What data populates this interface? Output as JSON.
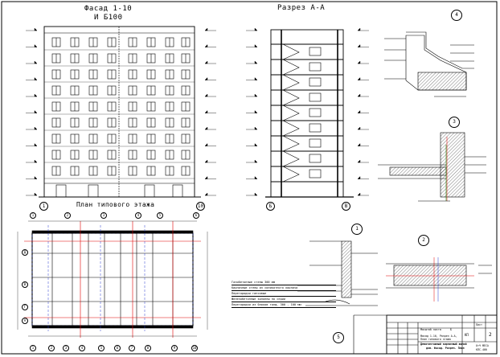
{
  "facade": {
    "title_line1": "Фасад 1-10",
    "title_line2": "И Б100",
    "axis_left": "1",
    "axis_right": "10"
  },
  "section": {
    "title": "Разрез А-А",
    "axis_left": "Б",
    "axis_right": "В"
  },
  "plan": {
    "title": "План типового этажа",
    "axes_top": [
      "1",
      "2",
      "3",
      "4",
      "5",
      "6"
    ],
    "axes_bottom": [
      "1",
      "2",
      "3",
      "4",
      "5",
      "6",
      "7",
      "8",
      "9",
      "10"
    ],
    "axes_left": [
      "Д",
      "В",
      "Г",
      "А"
    ],
    "notes": [
      "Газобетонные стены 300 мм",
      "Кирпичные стены из силикатного кирпича",
      "Перегородки гипсовые",
      "Железобетонные колонны по серии",
      "Перегородки из блоков толщ. 300 - 100 мм"
    ]
  },
  "details": {
    "d1": "1",
    "d2": "2",
    "d3": "3",
    "d4": "4",
    "d5": "5"
  },
  "stamp": {
    "title_line1": "Девятиэтажный кирпичный жилой",
    "title_line2": "дом. Фасад. Разрез. План",
    "sheet_label": "Лист",
    "sheet_num": "2",
    "stage": "КП",
    "scale_label": "Масштаб листа",
    "scale_value": "Б",
    "org1": "Фасад 1-10, Разрез А-А,",
    "org2": "План типового этажа",
    "code1": "ОтЧ ФЕСА",
    "code2": "КПС-40б"
  },
  "colors": {
    "line": "#000000",
    "red": "#e00000",
    "blue": "#2a3fd0",
    "frame": "#000000"
  }
}
